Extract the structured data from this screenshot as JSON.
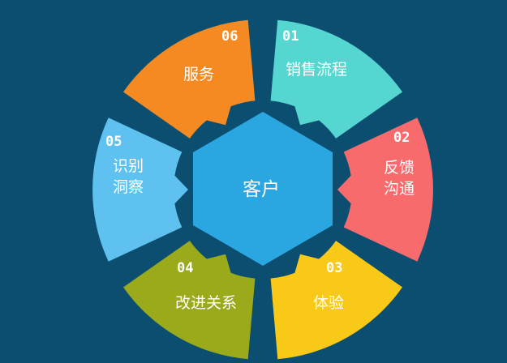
{
  "center": {
    "label": "客户",
    "color": "#2aa6e0"
  },
  "segments": [
    {
      "number": "01",
      "lines": [
        "销售流程"
      ],
      "color": "#55d6d0"
    },
    {
      "number": "02",
      "lines": [
        "反馈",
        "沟通"
      ],
      "color": "#f86b6d"
    },
    {
      "number": "03",
      "lines": [
        "体验"
      ],
      "color": "#f9c918"
    },
    {
      "number": "04",
      "lines": [
        "改进关系"
      ],
      "color": "#9aaa1a"
    },
    {
      "number": "05",
      "lines": [
        "识别",
        "洞察"
      ],
      "color": "#5ec1ef"
    },
    {
      "number": "06",
      "lines": [
        "服务"
      ],
      "color": "#f58a23"
    }
  ],
  "background": "#0b4e70"
}
